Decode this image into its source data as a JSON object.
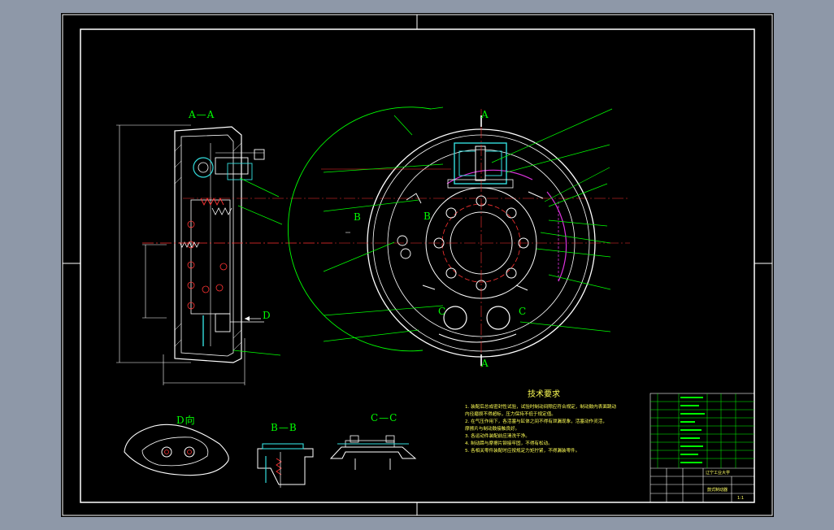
{
  "views": {
    "section_aa": "A—A",
    "view_d": "D向",
    "section_bb": "B—B",
    "section_cc": "C—C",
    "marker_a": "A",
    "marker_b": "B",
    "marker_c": "C",
    "marker_d": "D"
  },
  "tech_req": {
    "title": "技术要求",
    "lines": [
      "1. 装配后总成密封性试验，试验时制动间隙应符合规定，制动鼓内表面跳动",
      "   内径磨损不得超标，压力保持不低于规定值。",
      "2. 在气压作用下，各活塞与缸体之间不得有泄漏现象，活塞动作灵活，",
      "   摩擦片与制动鼓接触良好。",
      "3. 各运动件装配前应清洗干净。",
      "4. 制动蹄与摩擦片铆接牢固，不得有松动。",
      "5. 各相关零件装配时应按规定力矩拧紧，不得漏装零件。"
    ]
  },
  "title_block": {
    "school": "辽宁工业大学",
    "drawing_name": "鼓式制动器",
    "scale": "1:1"
  },
  "colors": {
    "sheet": "#000000",
    "frame": "#ffffff",
    "outline": "#ffffff",
    "leader": "#00ff00",
    "centerline": "#ff3333",
    "text": "#ffff55",
    "part_cyan": "#33dddd",
    "part_magenta": "#dd33dd"
  }
}
